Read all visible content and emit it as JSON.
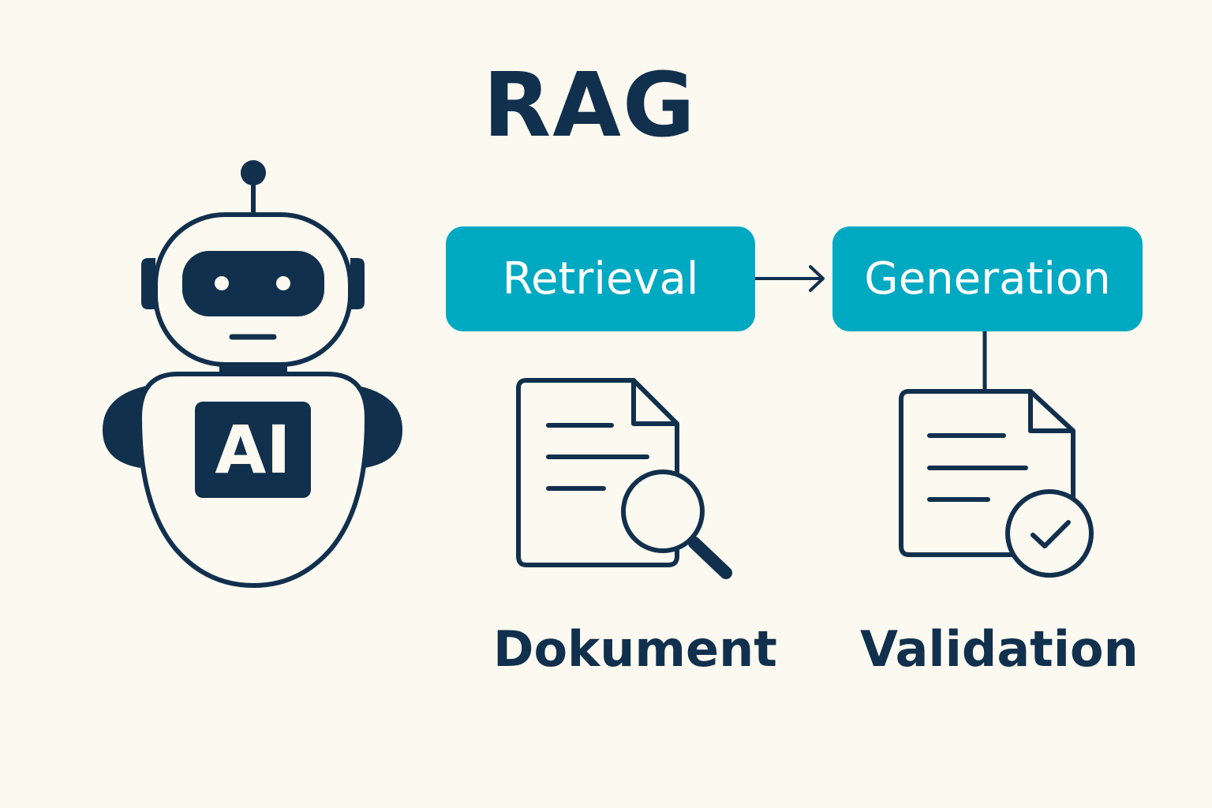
{
  "title": "RAG",
  "steps": {
    "retrieval": "Retrieval",
    "generation": "Generation"
  },
  "labels": {
    "dokument": "Dokument",
    "validation": "Validation"
  },
  "robot": {
    "badge": "AI"
  },
  "colors": {
    "background": "#fcf9f0",
    "ink": "#11304d",
    "accent": "#00a9c2"
  },
  "icons": [
    "robot-icon",
    "document-search-icon",
    "document-check-icon",
    "arrow-right-icon"
  ]
}
